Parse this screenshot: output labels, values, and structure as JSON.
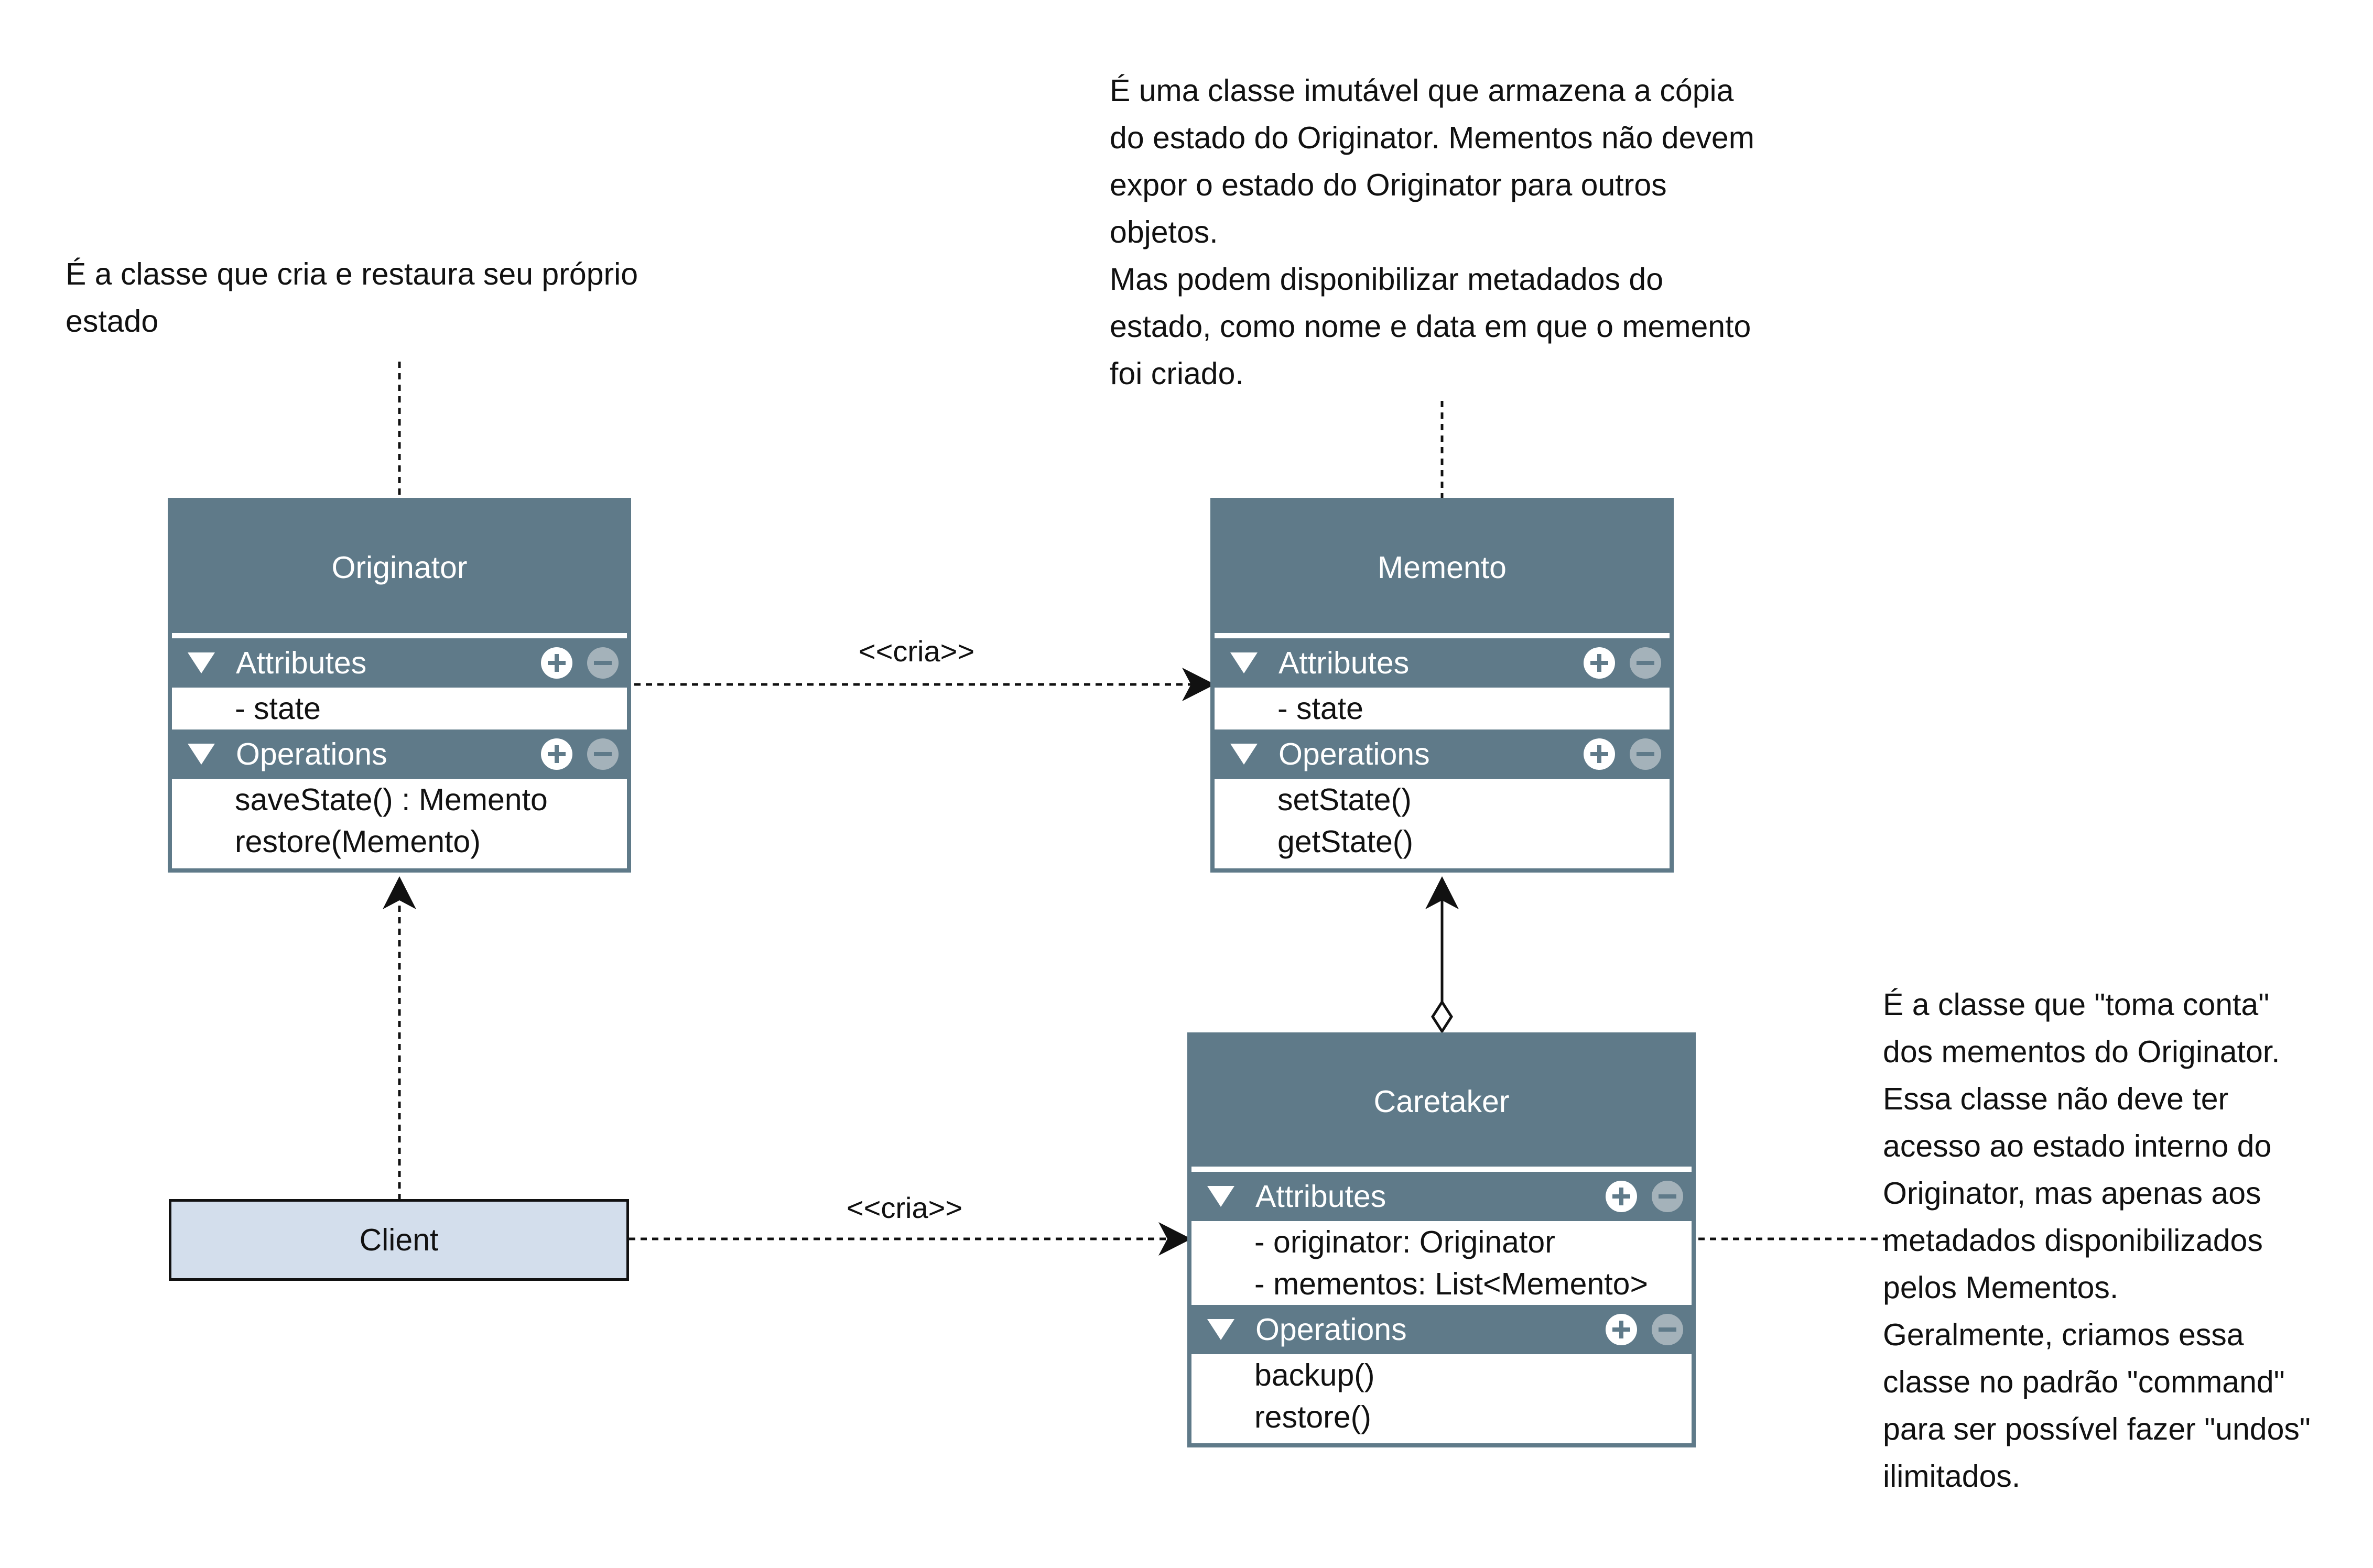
{
  "notes": {
    "originator": [
      "É a classe que cria e restaura seu próprio",
      "estado"
    ],
    "memento": [
      "É uma classe imutável que armazena a cópia",
      "do estado do Originator. Mementos não devem",
      "expor o estado do Originator para outros",
      "objetos.",
      "Mas podem disponibilizar metadados do",
      "estado, como nome e data em que o memento",
      "foi criado."
    ],
    "caretaker": [
      "É a classe que \"toma conta\"",
      "dos mementos do Originator.",
      "Essa classe não deve ter",
      "acesso ao estado interno do",
      "Originator, mas apenas aos",
      "metadados disponibilizados",
      "pelos Mementos.",
      "Geralmente, criamos essa",
      "classe no padrão \"command\"",
      "para ser possível fazer \"undos\"",
      "ilimitados."
    ]
  },
  "classes": {
    "originator": {
      "name": "Originator",
      "attributes_label": "Attributes",
      "attributes": [
        "- state"
      ],
      "operations_label": "Operations",
      "operations": [
        "saveState() : Memento",
        "restore(Memento)"
      ]
    },
    "memento": {
      "name": "Memento",
      "attributes_label": "Attributes",
      "attributes": [
        "- state"
      ],
      "operations_label": "Operations",
      "operations": [
        "setState()",
        "getState()"
      ]
    },
    "caretaker": {
      "name": "Caretaker",
      "attributes_label": "Attributes",
      "attributes": [
        "- originator: Originator",
        "- mementos: List<Memento>"
      ],
      "operations_label": "Operations",
      "operations": [
        "backup()",
        "restore()"
      ]
    },
    "client": {
      "name": "Client"
    }
  },
  "edges": {
    "originator_memento": "<<cria>>",
    "client_caretaker": "<<cria>>"
  },
  "colors": {
    "class_header": "#5f7a89",
    "client_fill": "#d3deec",
    "minus_button": "#a4b2ba"
  }
}
